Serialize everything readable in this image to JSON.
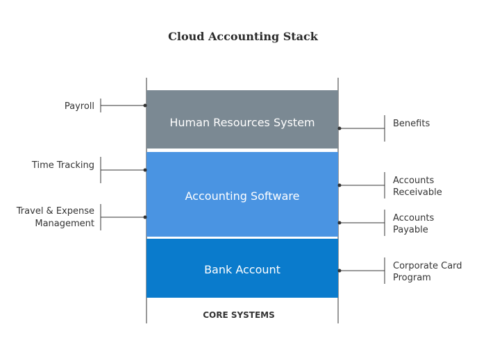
{
  "title": "Cloud Accounting Stack",
  "layers": [
    {
      "label": "Human Resources System",
      "color": "#7b8993"
    },
    {
      "label": "Accounting Software",
      "color": "#4a94e2"
    },
    {
      "label": "Bank Account",
      "color": "#0a7bcc"
    }
  ],
  "footer": "CORE SYSTEMS",
  "left_callouts": [
    {
      "lines": [
        "Payroll"
      ]
    },
    {
      "lines": [
        "Time Tracking"
      ]
    },
    {
      "lines": [
        "Travel & Expense",
        "Management"
      ]
    }
  ],
  "right_callouts": [
    {
      "lines": [
        "Benefits"
      ]
    },
    {
      "lines": [
        "Accounts",
        "Receivable"
      ]
    },
    {
      "lines": [
        "Accounts",
        "Payable"
      ]
    },
    {
      "lines": [
        "Corporate Card",
        "Program"
      ]
    }
  ],
  "colors": {
    "line": "#333333",
    "text": "#333333"
  }
}
